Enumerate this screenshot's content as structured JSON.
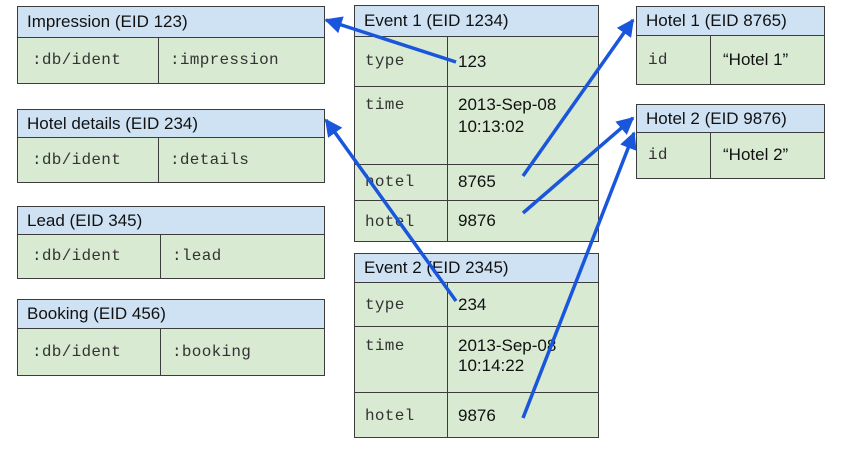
{
  "impression": {
    "title": "Impression (EID 123)",
    "attr": ":db/ident",
    "value": ":impression"
  },
  "hotel_details": {
    "title": "Hotel details (EID 234)",
    "attr": ":db/ident",
    "value": ":details"
  },
  "lead": {
    "title": "Lead (EID 345)",
    "attr": ":db/ident",
    "value": ":lead"
  },
  "booking": {
    "title": "Booking (EID 456)",
    "attr": ":db/ident",
    "value": ":booking"
  },
  "event1": {
    "title": "Event 1 (EID 1234)",
    "rows": [
      {
        "attr": "type",
        "value": "123"
      },
      {
        "attr": "time",
        "value": "2013-Sep-08",
        "value2": "10:13:02"
      },
      {
        "attr": "hotel",
        "value": "8765"
      },
      {
        "attr": "hotel",
        "value": "9876"
      }
    ]
  },
  "event2": {
    "title": "Event 2 (EID 2345)",
    "rows": [
      {
        "attr": "type",
        "value": "234"
      },
      {
        "attr": "time",
        "value": "2013-Sep-08",
        "value2": "10:14:22"
      },
      {
        "attr": "hotel",
        "value": "9876"
      }
    ]
  },
  "hotel1": {
    "title": "Hotel 1 (EID 8765)",
    "attr": "id",
    "value": "“Hotel 1”"
  },
  "hotel2": {
    "title": "Hotel 2 (EID 9876)",
    "attr": "id",
    "value": "“Hotel 2”"
  },
  "colors": {
    "header_fill": "#cfe2f3",
    "body_fill": "#d9ead3",
    "arrow": "#1a56db",
    "border": "#3c3c3c"
  }
}
